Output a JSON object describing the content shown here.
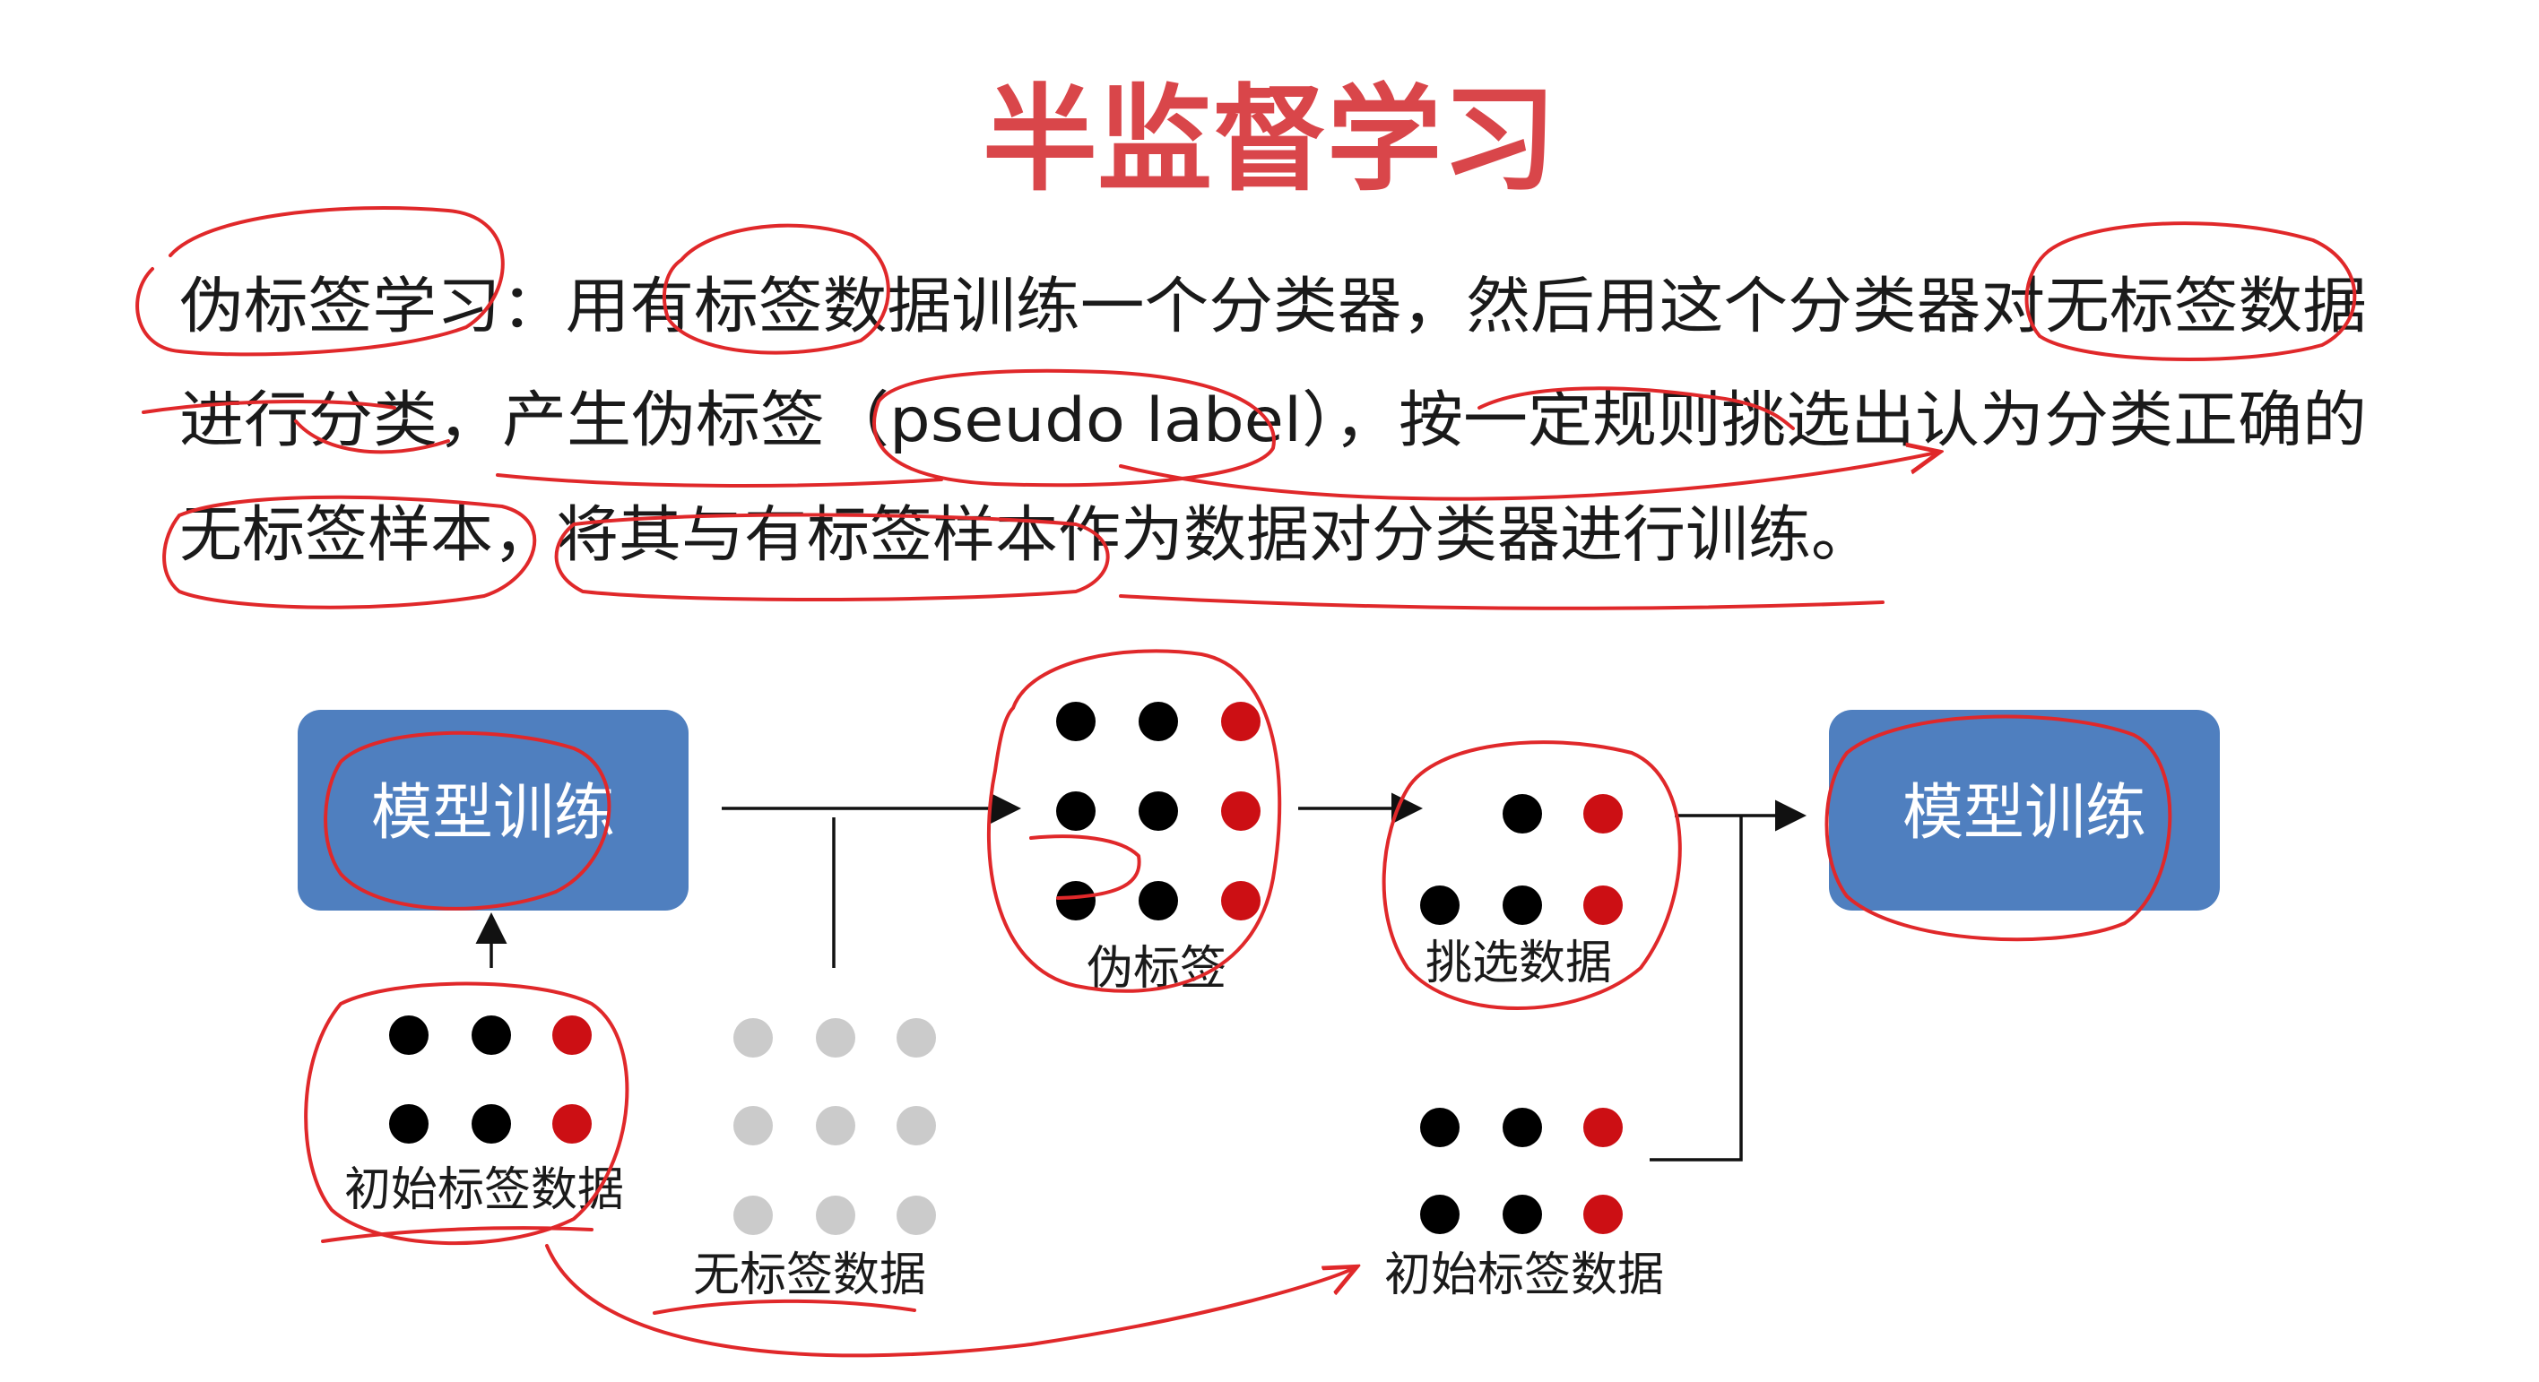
{
  "title": "半监督学习",
  "paragraph": {
    "line1": "伪标签学习：用有标签数据训练一个分类器，然后用这个分类器对无标签数据",
    "line2": "进行分类，产生伪标签（pseudo label），按一定规则挑选出认为分类正确的",
    "line3": "无标签样本，将其与有标签样本作为数据对分类器进行训练。"
  },
  "diagram": {
    "model_box_left": "模型训练",
    "model_box_right": "模型训练",
    "initial_labeled_left": "初始标签数据",
    "unlabeled": "无标签数据",
    "pseudo_labels": "伪标签",
    "selected": "挑选数据",
    "initial_labeled_right": "初始标签数据"
  },
  "colors": {
    "title": "#d9464a",
    "box": "#4f7fbf",
    "dot_black": "#000000",
    "dot_red": "#cc0f14",
    "dot_gray": "#cbcbcb",
    "annotation": "#e0282a"
  }
}
